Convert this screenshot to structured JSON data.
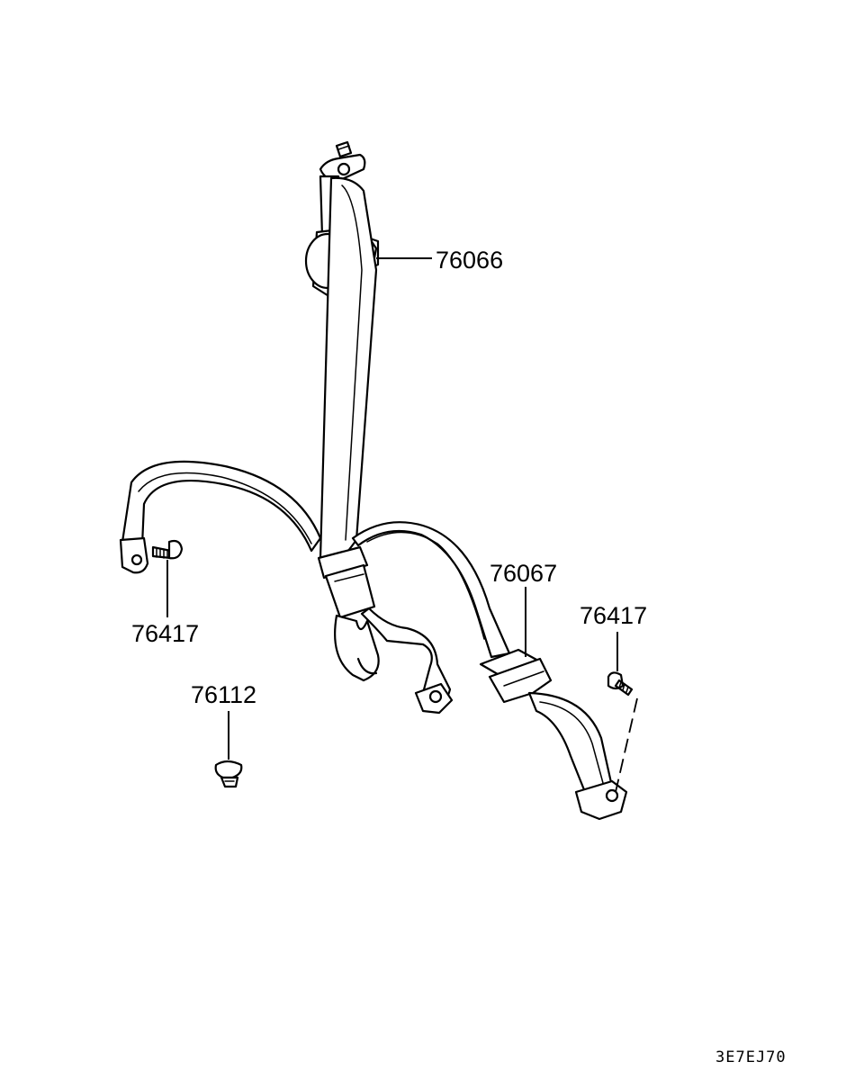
{
  "callouts": [
    {
      "id": "retractor-belt",
      "part_no": "76066"
    },
    {
      "id": "buckle-belt",
      "part_no": "76067"
    },
    {
      "id": "anchor-bolt-left",
      "part_no": "76417"
    },
    {
      "id": "anchor-bolt-right",
      "part_no": "76417"
    },
    {
      "id": "clip",
      "part_no": "76112"
    }
  ],
  "drawing_code": "3E7EJ70"
}
